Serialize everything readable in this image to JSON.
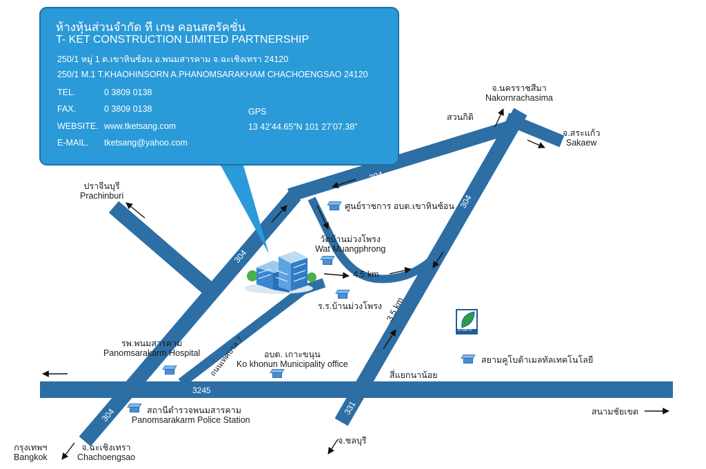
{
  "company": {
    "name_th": "ห้างหุ้นส่วนจำกัด ที เกษ คอนสตรัคชั่น",
    "name_en": "T- KET CONSTRUCTION LIMITED PARTNERSHIP",
    "address_th": "250/1 หมู่ 1 ต.เขาหินซ้อน อ.พนมสารคาม จ.ฉะเชิงเทรา 24120",
    "address_en": "250/1 M.1 T.KHAOHINSORN A.PHANOMSARAKHAM CHACHOENGSAO 24120",
    "tel_label": "TEL.",
    "tel_value": "0 3809 0138",
    "fax_label": "FAX.",
    "fax_value": "0 3809 0138",
    "website_label": "WEBSITE.",
    "website_value": "www.tketsang.com",
    "email_label": "E-MAIL.",
    "email_value": "tketsang@yahoo.com",
    "gps_label": "GPS",
    "gps_value": "13 42’44.65”N 101 27’07.38”"
  },
  "roads": {
    "r304_a": "304",
    "r304_b": "304",
    "r304_c": "304",
    "r304_d": "304",
    "r3245": "3245",
    "r331": "331",
    "r_thetsaban7": "ถนนเทศบาล 7"
  },
  "distances": {
    "d45": "4.5 km",
    "d35": "3.5 km"
  },
  "places": {
    "nakhon_th": "จ.นครราชสีมา",
    "nakhon_en": "Nakornrachasima",
    "suankit": "สวนกิติ",
    "sakaew_th": "จ.สระแก้ว",
    "sakaew_en": "Sakaew",
    "prachin_th": "ปราจีนบุรี",
    "prachin_en": "Prachinburi",
    "govcenter": "ศูนย์ราชการ อบต.เขาหินซ้อน",
    "wat_th": "วัดบ้านม่วงโพรง",
    "wat_en": "Wat Muangphrong",
    "school": "ร.ร.บ้านม่วงโพรง",
    "hospital_th": "รพ.พนมสารคาม",
    "hospital_en": "Panomsarakarm Hospital",
    "kokhonun_th": "อบต. เกาะขนุน",
    "kokhonun_en": "Ko khonun Municipality office",
    "siam": "สยามคูโบต้าเมลทัลเทคโนโลยี",
    "sayaek": "สี่แยกนาน้อย",
    "police_th": "สถานีตำรวจพนมสารคาม",
    "police_en": "Panomsarakarm Police Station",
    "sanam": "สนามชัยเขต",
    "chonburi": "จ.ชลบุรี",
    "bangkok_th": "กรุงเทพฯ",
    "bangkok_en": "Bangkok",
    "chacho_th": "จ.ฉะเชิงเทรา",
    "chacho_en": "Chachoengsao",
    "bangchak": "บางจาก"
  },
  "colors": {
    "road": "#2d6ea5",
    "callout": "#2a9ad8",
    "callout_border": "#1f6fa6"
  },
  "icons": [
    "building-icon",
    "company-building-icon",
    "bangchak-logo-icon",
    "direction-arrow-icon"
  ]
}
